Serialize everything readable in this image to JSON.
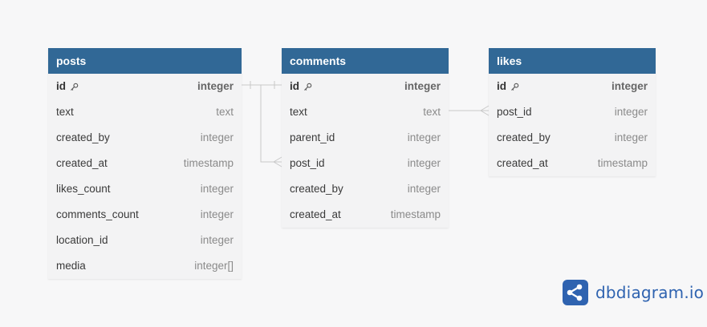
{
  "colors": {
    "header": "#316896",
    "body": "#f3f3f4",
    "connector": "#c8c8c8",
    "brand": "#2f63b0"
  },
  "tables": {
    "posts": {
      "name": "posts",
      "columns": [
        {
          "name": "id",
          "type": "integer",
          "pk": true
        },
        {
          "name": "text",
          "type": "text"
        },
        {
          "name": "created_by",
          "type": "integer"
        },
        {
          "name": "created_at",
          "type": "timestamp"
        },
        {
          "name": "likes_count",
          "type": "integer"
        },
        {
          "name": "comments_count",
          "type": "integer"
        },
        {
          "name": "location_id",
          "type": "integer"
        },
        {
          "name": "media",
          "type": "integer[]"
        }
      ]
    },
    "comments": {
      "name": "comments",
      "columns": [
        {
          "name": "id",
          "type": "integer",
          "pk": true
        },
        {
          "name": "text",
          "type": "text"
        },
        {
          "name": "parent_id",
          "type": "integer"
        },
        {
          "name": "post_id",
          "type": "integer"
        },
        {
          "name": "created_by",
          "type": "integer"
        },
        {
          "name": "created_at",
          "type": "timestamp"
        }
      ]
    },
    "likes": {
      "name": "likes",
      "columns": [
        {
          "name": "id",
          "type": "integer",
          "pk": true
        },
        {
          "name": "post_id",
          "type": "integer"
        },
        {
          "name": "created_by",
          "type": "integer"
        },
        {
          "name": "created_at",
          "type": "timestamp"
        }
      ]
    }
  },
  "relationships": [
    {
      "from": "posts.id",
      "to": "comments.id",
      "type": "one-to-one"
    },
    {
      "from": "posts.id",
      "to": "comments.post_id",
      "type": "one-to-many"
    },
    {
      "from": "comments.text",
      "to": "likes.post_id",
      "type": "one-to-many"
    }
  ],
  "brand": {
    "text": "dbdiagram.io",
    "icon": "dbdiagram-logo-icon"
  }
}
